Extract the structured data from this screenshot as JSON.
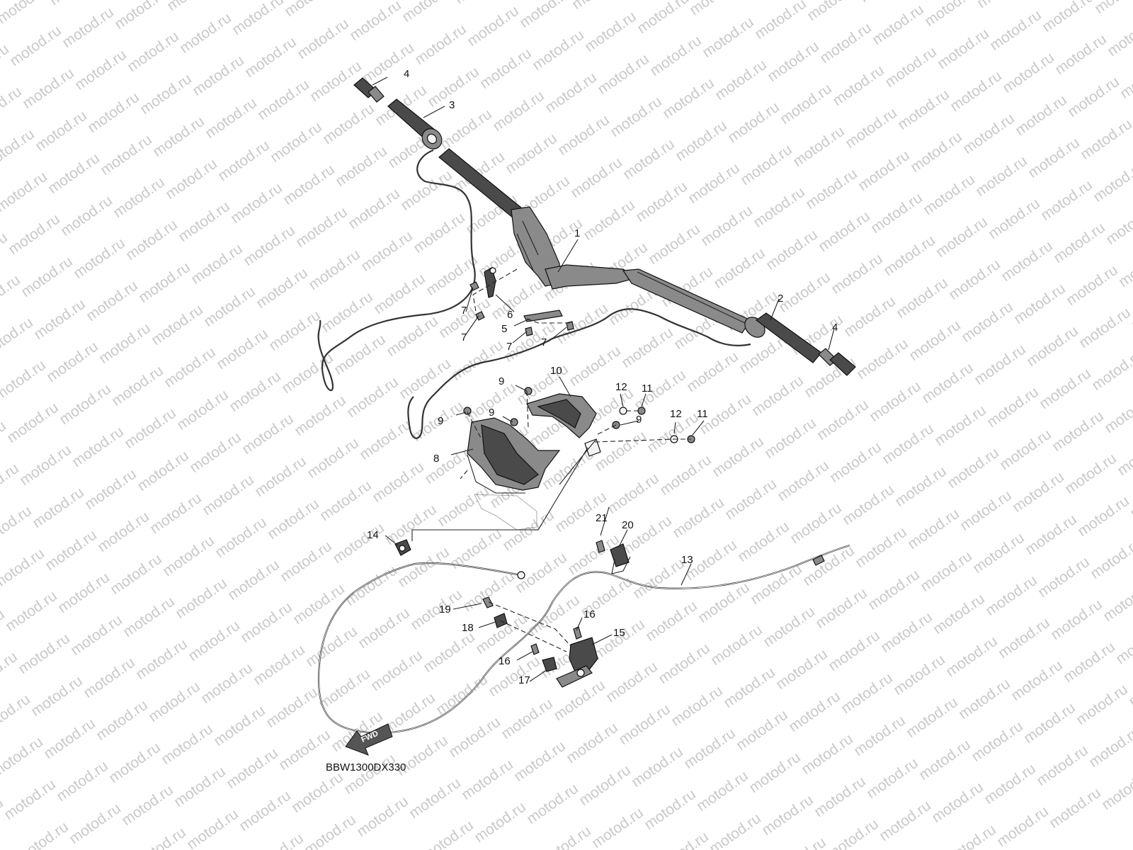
{
  "watermark": {
    "text": "motod.ru"
  },
  "diagram_code": "BBW1300DX330",
  "fwd_label": "FWD",
  "callouts": [
    {
      "id": "c1",
      "text": "1"
    },
    {
      "id": "c2",
      "text": "2"
    },
    {
      "id": "c3",
      "text": "3"
    },
    {
      "id": "c4a",
      "text": "4"
    },
    {
      "id": "c4b",
      "text": "4"
    },
    {
      "id": "c5",
      "text": "5"
    },
    {
      "id": "c6",
      "text": "6"
    },
    {
      "id": "c7a",
      "text": "7"
    },
    {
      "id": "c7b",
      "text": "7"
    },
    {
      "id": "c7c",
      "text": "7"
    },
    {
      "id": "c7d",
      "text": "7"
    },
    {
      "id": "c8",
      "text": "8"
    },
    {
      "id": "c9a",
      "text": "9"
    },
    {
      "id": "c9b",
      "text": "9"
    },
    {
      "id": "c9c",
      "text": "9"
    },
    {
      "id": "c9d",
      "text": "9"
    },
    {
      "id": "c10",
      "text": "10"
    },
    {
      "id": "c11a",
      "text": "11"
    },
    {
      "id": "c11b",
      "text": "11"
    },
    {
      "id": "c12a",
      "text": "12"
    },
    {
      "id": "c12b",
      "text": "12"
    },
    {
      "id": "c13",
      "text": "13"
    },
    {
      "id": "c14",
      "text": "14"
    },
    {
      "id": "c15",
      "text": "15"
    },
    {
      "id": "c16a",
      "text": "16"
    },
    {
      "id": "c16b",
      "text": "16"
    },
    {
      "id": "c17",
      "text": "17"
    },
    {
      "id": "c18",
      "text": "18"
    },
    {
      "id": "c19",
      "text": "19"
    },
    {
      "id": "c20",
      "text": "20"
    },
    {
      "id": "c21",
      "text": "21"
    }
  ]
}
